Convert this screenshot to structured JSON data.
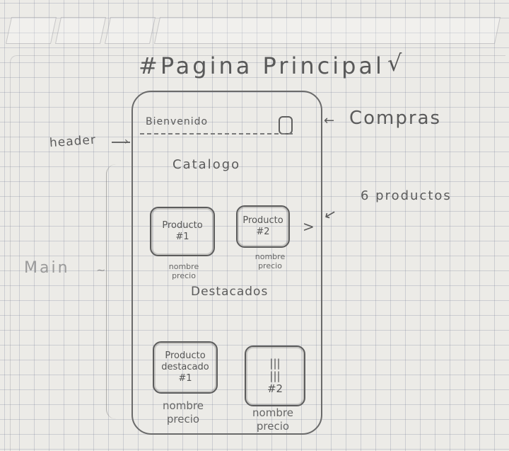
{
  "sketch": {
    "title": "#Pagina Principal",
    "check": "√",
    "header_note": "header",
    "main_note": "Main",
    "cart_note": "Compras",
    "products_note": "6 productos",
    "chevron": ">",
    "phone": {
      "greeting": "Bienvenido",
      "catalog_title": "Catalogo",
      "featured_title": "Destacados",
      "catalog_items": [
        {
          "line1": "Producto",
          "line2": "#1",
          "name": "nombre",
          "price": "precio"
        },
        {
          "line1": "Producto",
          "line2": "#2",
          "name": "nombre",
          "price": "precio"
        }
      ],
      "featured_items": [
        {
          "line1": "Producto",
          "line2": "destacado",
          "line3": "#1",
          "name": "nombre",
          "price": "precio"
        },
        {
          "line1": "|||",
          "line2": "|||",
          "line3": "#2",
          "name": "nombre",
          "price": "precio"
        }
      ]
    }
  }
}
